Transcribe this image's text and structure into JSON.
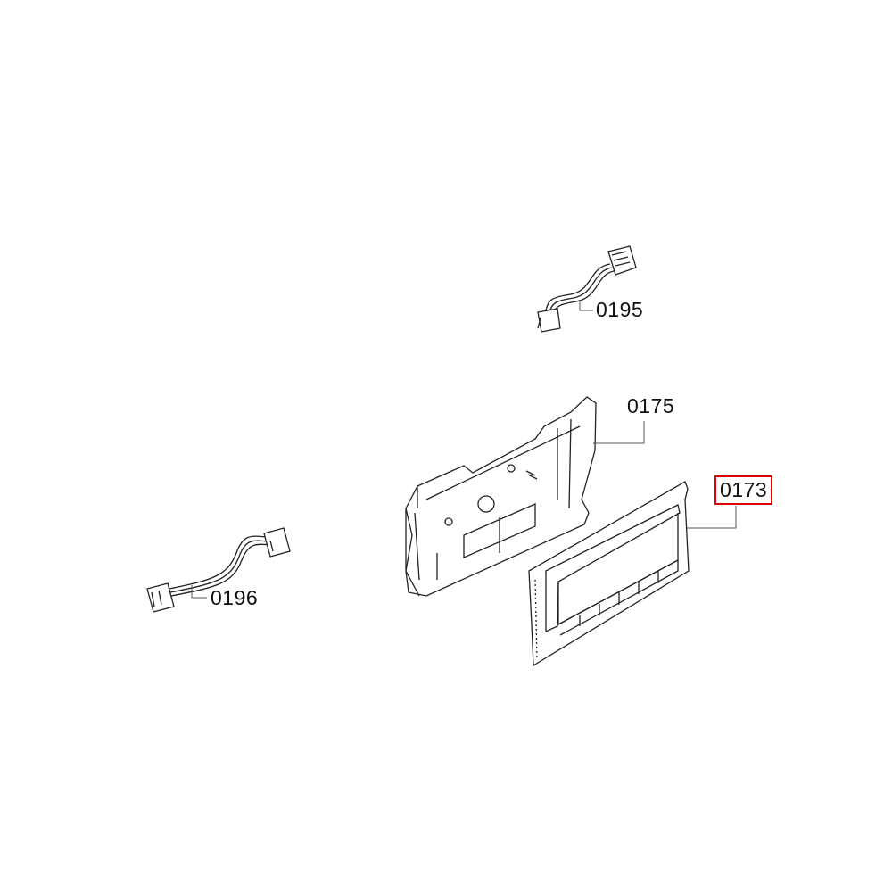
{
  "parts": [
    {
      "id": "0195",
      "description_icon": "wire-harness-icon"
    },
    {
      "id": "0175",
      "description_icon": "mounting-frame-icon"
    },
    {
      "id": "0173",
      "description_icon": "control-board-icon",
      "highlighted": true
    },
    {
      "id": "0196",
      "description_icon": "wire-harness-icon"
    }
  ],
  "highlight_color": "#e00000"
}
